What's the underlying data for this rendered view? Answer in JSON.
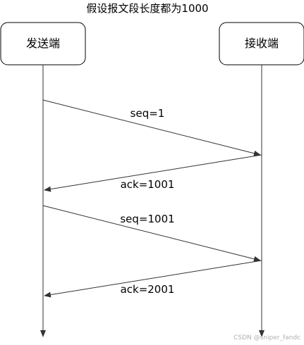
{
  "title": "假设报文段长度都为1000",
  "participants": [
    {
      "id": "sender",
      "label": "发送端"
    },
    {
      "id": "receiver",
      "label": "接收端"
    }
  ],
  "messages": [
    {
      "from": "sender",
      "to": "receiver",
      "label": "seq=1"
    },
    {
      "from": "receiver",
      "to": "sender",
      "label": "ack=1001"
    },
    {
      "from": "sender",
      "to": "receiver",
      "label": "seq=1001"
    },
    {
      "from": "receiver",
      "to": "sender",
      "label": "ack=2001"
    }
  ],
  "watermark": "CSDN @sniper_fandc",
  "colors": {
    "line": "#333333",
    "box_border": "#000000",
    "box_fill": "#ffffff",
    "text": "#000000"
  }
}
